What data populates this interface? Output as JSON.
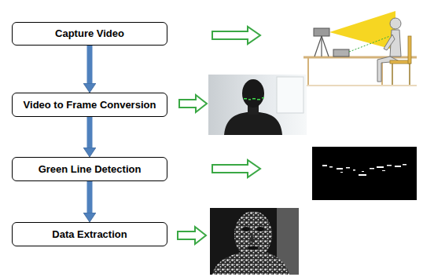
{
  "diagram": {
    "nodes": [
      {
        "text": [
          "Capture Video"
        ]
      },
      {
        "text": [
          "Video to Frame Conversion"
        ]
      },
      {
        "text": [
          "Green Line Detection"
        ]
      },
      {
        "text": [
          "Data Extraction"
        ]
      }
    ],
    "edges": [
      {
        "from": 0,
        "to": 1,
        "arrow": "to"
      },
      {
        "from": 1,
        "to": 2,
        "arrow": "to"
      },
      {
        "from": 2,
        "to": 3,
        "arrow": "to"
      }
    ]
  }
}
